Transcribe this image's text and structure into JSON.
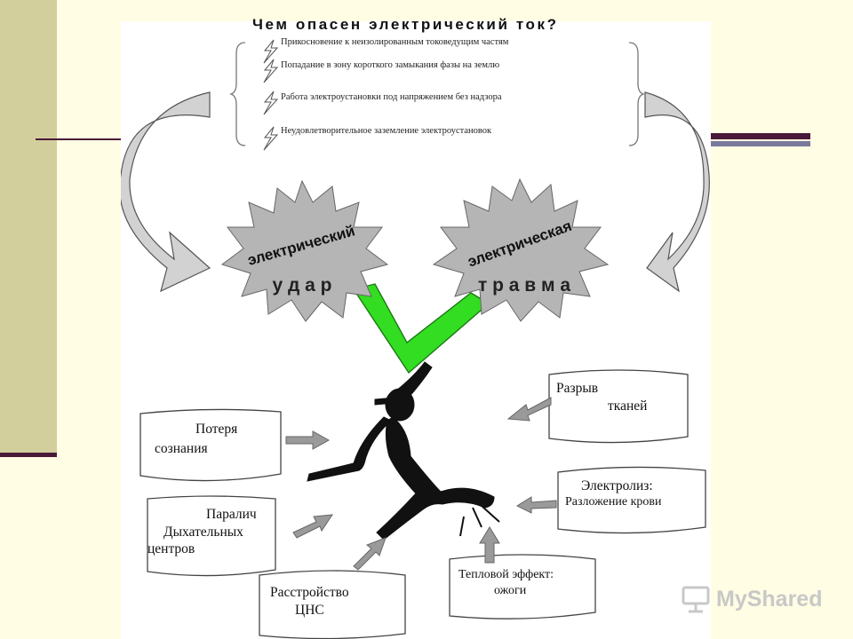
{
  "title": "Чем опасен электрический ток?",
  "causes": [
    "Прикосновение к неизолированным  токоведущим частям",
    "Попадание в зону короткого замыкания фазы на землю",
    "Работа электроустановки под напряжением без надзора",
    "Неудовлетворительное заземление электроустановок"
  ],
  "stars": {
    "left": {
      "top": "электрический",
      "bottom": "у д а р"
    },
    "right": {
      "top": "электрическая",
      "bottom": "т р а в м а"
    }
  },
  "effects": {
    "consciousness": {
      "line1": "Потеря",
      "line2": "сознания"
    },
    "paralysis": {
      "line1": "Паралич",
      "line2": "Дыхательных",
      "line3": "центров"
    },
    "cns": {
      "line1": "Расстройство",
      "line2": "ЦНС"
    },
    "thermal": {
      "line1": "Тепловой эффект:",
      "line2": "ожоги"
    },
    "electrolysis": {
      "line1": "Электролиз:",
      "line2": "Разложение крови"
    },
    "tissue": {
      "line1": "Разрыв",
      "line2": "тканей"
    }
  },
  "logo": {
    "text": "MyShared",
    "icon": "presentation-board-icon"
  },
  "colors": {
    "background": "#fffde3",
    "sidebar": "#d2cf9c",
    "accent_rule": "#4a1a3a",
    "star": "#b5b5b5",
    "check": "#33dd22"
  }
}
